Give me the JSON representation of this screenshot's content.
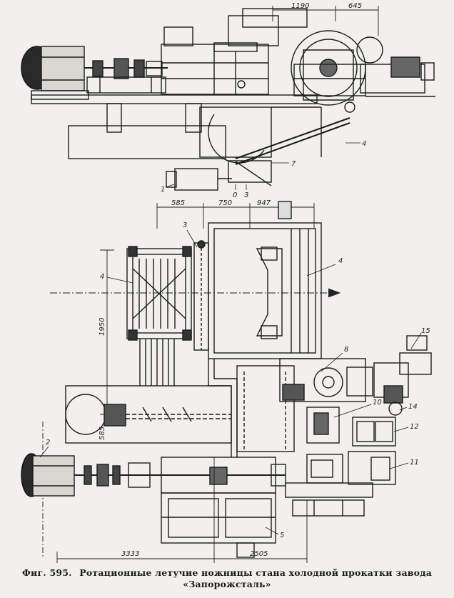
{
  "top_view": {
    "dims": [
      "1190",
      "645"
    ],
    "callouts": [
      "4",
      "7",
      "1",
      "0",
      "3"
    ]
  },
  "plan_view": {
    "dims_top": [
      "585",
      "750",
      "947"
    ],
    "dims_side": [
      "1950",
      "585"
    ],
    "dims_bottom": [
      "3333",
      "2505"
    ],
    "callouts": [
      "3",
      "4",
      "4",
      "8",
      "10",
      "14",
      "15",
      "12",
      "11",
      "2",
      "5"
    ]
  },
  "caption": {
    "label": "Фиг. 595.",
    "text": "Ротационные летучие ножницы стана холодной прокатки завода «Запорожсталь»"
  }
}
